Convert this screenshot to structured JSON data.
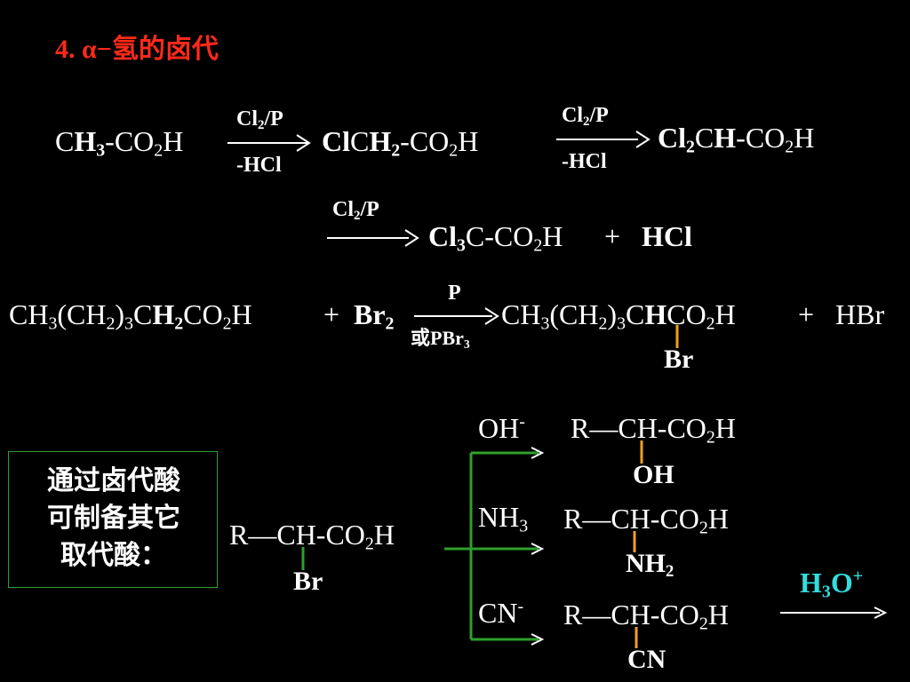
{
  "title": "4. α−氢的卤代",
  "rxn1": {
    "reactant": "CH₃-CO₂H",
    "cond_top": "Cl₂/P",
    "cond_bottom": "-HCl",
    "product1": "ClCH₂-CO₂H",
    "cond2_top": "Cl₂/P",
    "cond2_bottom": "-HCl",
    "product2": "Cl₂CH-CO₂H",
    "cond3_top": "Cl₂/P",
    "product3": "Cl₃C-CO₂H",
    "plus": "+",
    "byproduct": "HCl"
  },
  "rxn2": {
    "reactant": "CH₃(CH₂)₃CH₂CO₂H",
    "plus1": "+",
    "reagent": "Br₂",
    "cond_top": "P",
    "cond_bottom": "或PBr₃",
    "product": "CH₃(CH₂)₃CHCO₂H",
    "plus2": "+",
    "byproduct": "HBr",
    "substituent": "Br"
  },
  "note_box": {
    "line1": "通过卤代酸",
    "line2": "可制备其它",
    "line3": "取代酸："
  },
  "rxn3": {
    "start": "R—CH-CO₂H",
    "start_sub": "Br",
    "branches": [
      {
        "reagent": "OH⁻",
        "product": "R—CH-CO₂H",
        "sub": "OH"
      },
      {
        "reagent": "NH₃",
        "product": "R—CH-CO₂H",
        "sub": "NH₂"
      },
      {
        "reagent": "CN⁻",
        "product": "R—CH-CO₂H",
        "sub": "CN"
      }
    ],
    "final_cond": "H₃O⁺"
  },
  "colors": {
    "title": "#ff2a1a",
    "bond_orange": "#f0a020",
    "bond_green": "#2ea02e",
    "condition_cyan": "#33dddd"
  }
}
